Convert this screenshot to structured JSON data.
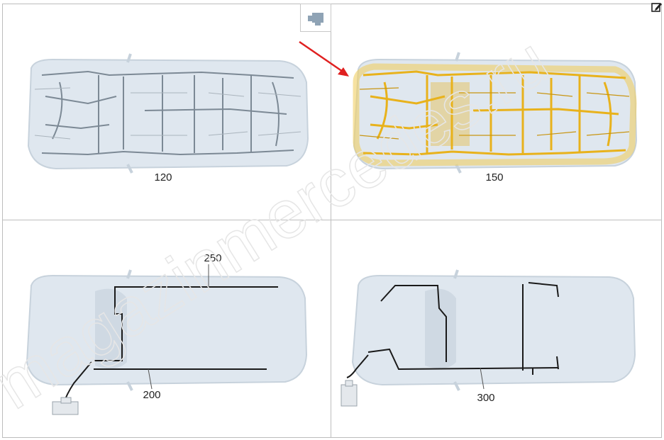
{
  "panels": [
    {
      "label": "120"
    },
    {
      "label": "150"
    },
    {
      "label": "250",
      "label_secondary": "200"
    },
    {
      "label": "300"
    }
  ],
  "watermark": {
    "text": "magazinmercedes.ru"
  },
  "colors": {
    "car_body": "#dfe7ef",
    "car_outline": "#c7d2dc",
    "harness_gray": "#7c8995",
    "harness_highlight": "#e8b21c",
    "arrow": "#e02020",
    "wire": "#1a1a1a"
  },
  "icons": {
    "toggle": "view-toggle-icon",
    "edit": "edit-icon"
  }
}
